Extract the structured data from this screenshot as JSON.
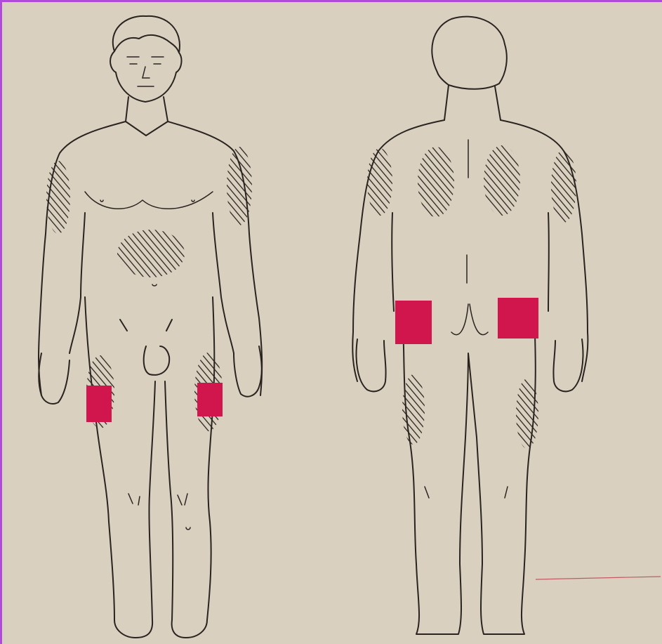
{
  "figure": {
    "views": [
      "front",
      "back"
    ],
    "colors": {
      "paper": "#d9d0bf",
      "border": "#b04ad8",
      "ink": "#2a2420",
      "injection_site": "#d0164d"
    },
    "marked_regions": {
      "front": [
        "left-shoulder",
        "right-shoulder",
        "abdomen",
        "left-thigh",
        "right-thigh"
      ],
      "back": [
        "left-upper-back",
        "right-upper-back",
        "left-shoulder",
        "right-shoulder",
        "left-buttock",
        "right-buttock",
        "left-thigh",
        "right-thigh"
      ]
    }
  }
}
